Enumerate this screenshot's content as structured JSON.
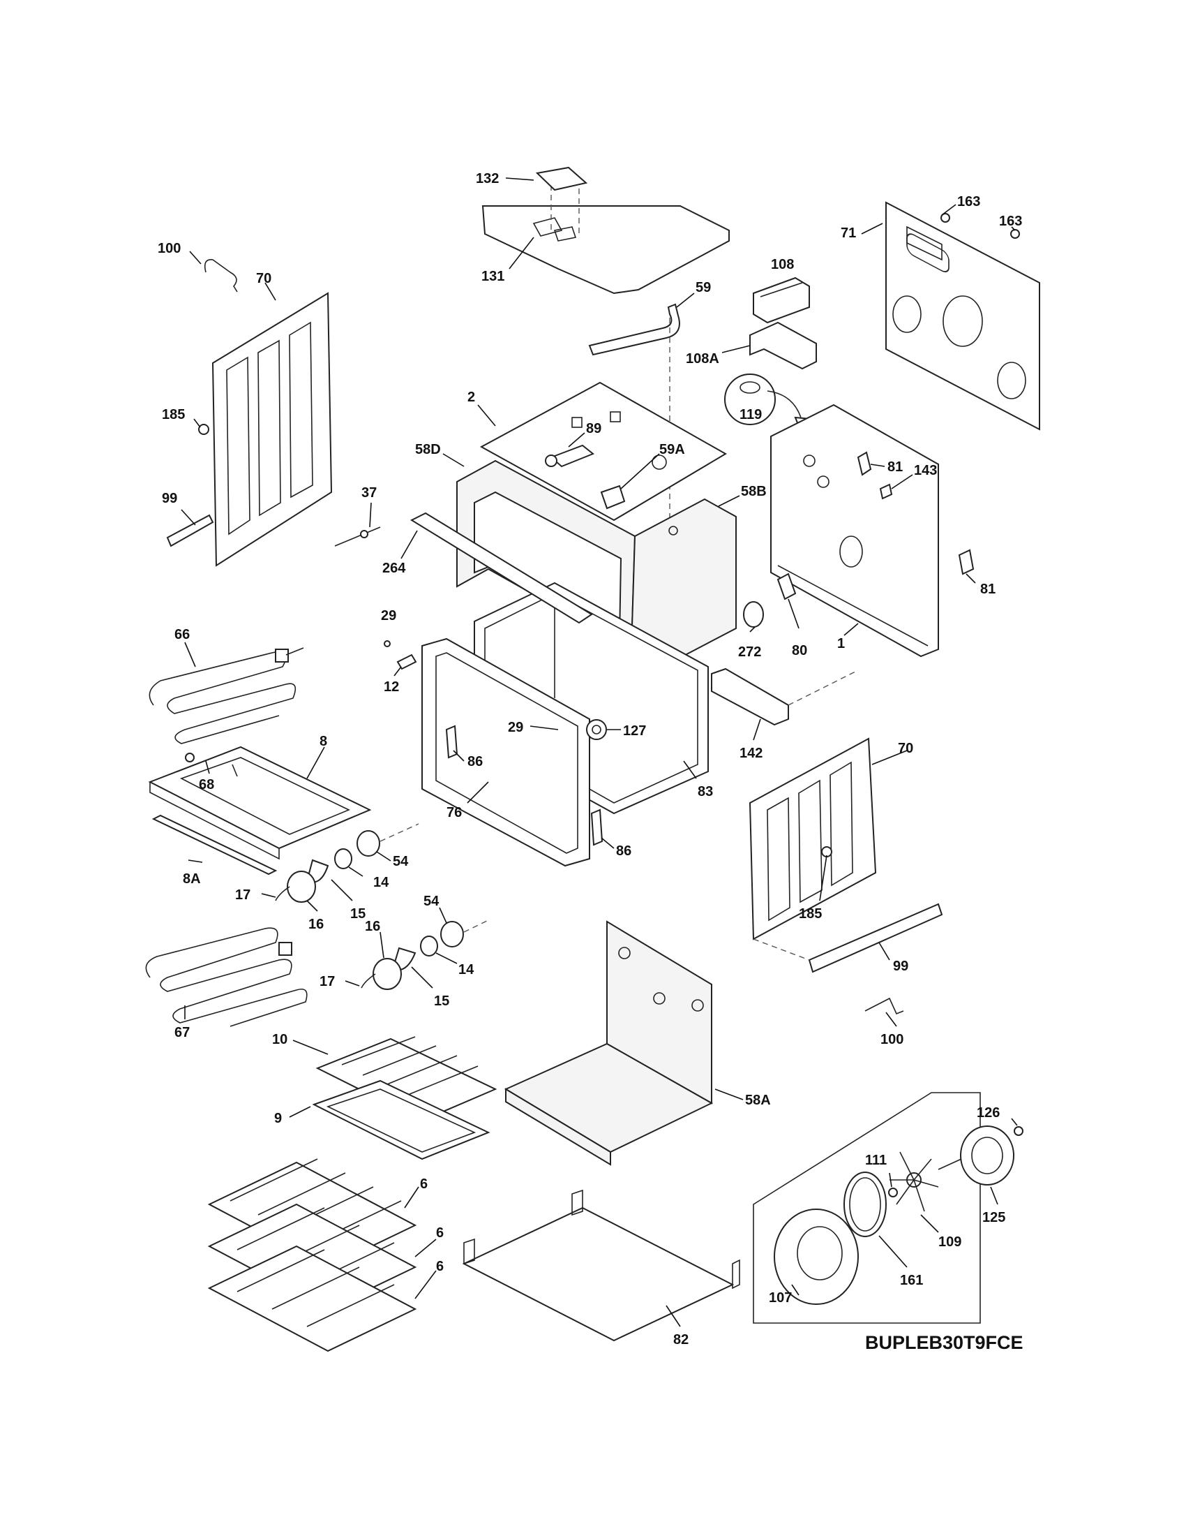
{
  "model_code": "BUPLEB30T9FCE",
  "callouts": [
    {
      "id": "c132",
      "text": "132"
    },
    {
      "id": "c131",
      "text": "131"
    },
    {
      "id": "c163a",
      "text": "163"
    },
    {
      "id": "c163b",
      "text": "163"
    },
    {
      "id": "c71",
      "text": "71"
    },
    {
      "id": "c108",
      "text": "108"
    },
    {
      "id": "c59",
      "text": "59"
    },
    {
      "id": "c108a",
      "text": "108A"
    },
    {
      "id": "c119",
      "text": "119"
    },
    {
      "id": "c100a",
      "text": "100"
    },
    {
      "id": "c70a",
      "text": "70"
    },
    {
      "id": "c185a",
      "text": "185"
    },
    {
      "id": "c99a",
      "text": "99"
    },
    {
      "id": "c2",
      "text": "2"
    },
    {
      "id": "c89",
      "text": "89"
    },
    {
      "id": "c58d",
      "text": "58D"
    },
    {
      "id": "c59a",
      "text": "59A"
    },
    {
      "id": "c58b",
      "text": "58B"
    },
    {
      "id": "c81a",
      "text": "81"
    },
    {
      "id": "c143",
      "text": "143"
    },
    {
      "id": "c37",
      "text": "37"
    },
    {
      "id": "c264",
      "text": "264"
    },
    {
      "id": "c81b",
      "text": "81"
    },
    {
      "id": "c29a",
      "text": "29"
    },
    {
      "id": "c66",
      "text": "66"
    },
    {
      "id": "c272",
      "text": "272"
    },
    {
      "id": "c80",
      "text": "80"
    },
    {
      "id": "c1",
      "text": "1"
    },
    {
      "id": "c12",
      "text": "12"
    },
    {
      "id": "c29b",
      "text": "29"
    },
    {
      "id": "c127",
      "text": "127"
    },
    {
      "id": "c142",
      "text": "142"
    },
    {
      "id": "c8",
      "text": "8"
    },
    {
      "id": "c68",
      "text": "68"
    },
    {
      "id": "c86a",
      "text": "86"
    },
    {
      "id": "c70b",
      "text": "70"
    },
    {
      "id": "c83",
      "text": "83"
    },
    {
      "id": "c76",
      "text": "76"
    },
    {
      "id": "c86b",
      "text": "86"
    },
    {
      "id": "c54a",
      "text": "54"
    },
    {
      "id": "c8a",
      "text": "8A"
    },
    {
      "id": "c14a",
      "text": "14"
    },
    {
      "id": "c17a",
      "text": "17"
    },
    {
      "id": "c15a",
      "text": "15"
    },
    {
      "id": "c16a",
      "text": "16"
    },
    {
      "id": "c185b",
      "text": "185"
    },
    {
      "id": "c54b",
      "text": "54"
    },
    {
      "id": "c16b",
      "text": "16"
    },
    {
      "id": "c14b",
      "text": "14"
    },
    {
      "id": "c99b",
      "text": "99"
    },
    {
      "id": "c17b",
      "text": "17"
    },
    {
      "id": "c15b",
      "text": "15"
    },
    {
      "id": "c67",
      "text": "67"
    },
    {
      "id": "c100b",
      "text": "100"
    },
    {
      "id": "c10",
      "text": "10"
    },
    {
      "id": "c58a",
      "text": "58A"
    },
    {
      "id": "c9",
      "text": "9"
    },
    {
      "id": "c126",
      "text": "126"
    },
    {
      "id": "c111",
      "text": "111"
    },
    {
      "id": "c125",
      "text": "125"
    },
    {
      "id": "c6a",
      "text": "6"
    },
    {
      "id": "c6b",
      "text": "6"
    },
    {
      "id": "c6c",
      "text": "6"
    },
    {
      "id": "c109",
      "text": "109"
    },
    {
      "id": "c161",
      "text": "161"
    },
    {
      "id": "c107",
      "text": "107"
    },
    {
      "id": "c82",
      "text": "82"
    }
  ]
}
